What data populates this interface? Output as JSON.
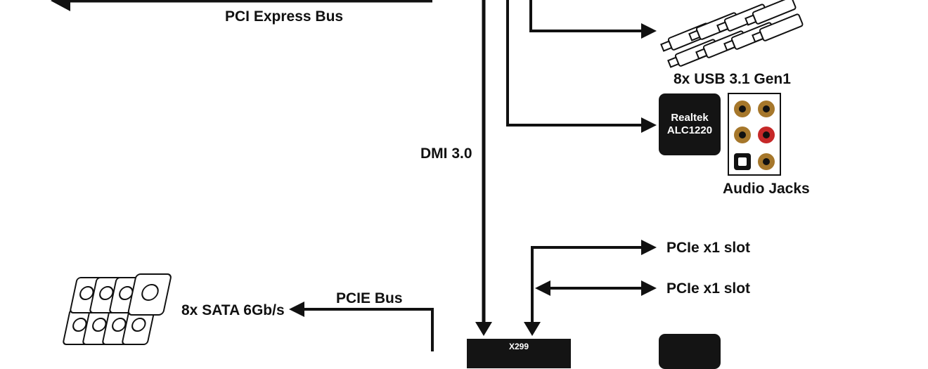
{
  "labels": {
    "pci_express_bus": "PCI Express Bus",
    "usb": "8x USB 3.1 Gen1",
    "audio_jacks": "Audio Jacks",
    "dmi": "DMI 3.0",
    "pcie_slot_1": "PCIe x1 slot",
    "pcie_slot_2": "PCIe x1 slot",
    "pcie_bus": "PCIE Bus",
    "sata": "8x SATA 6Gb/s"
  },
  "realtek": {
    "line1": "Realtek",
    "line2": "ALC1220"
  },
  "chipset": {
    "label": "X299"
  },
  "colors": {
    "line": "#111111",
    "chip": "#141414",
    "jack_ring": "#a6772b",
    "jack_red": "#c62828"
  }
}
